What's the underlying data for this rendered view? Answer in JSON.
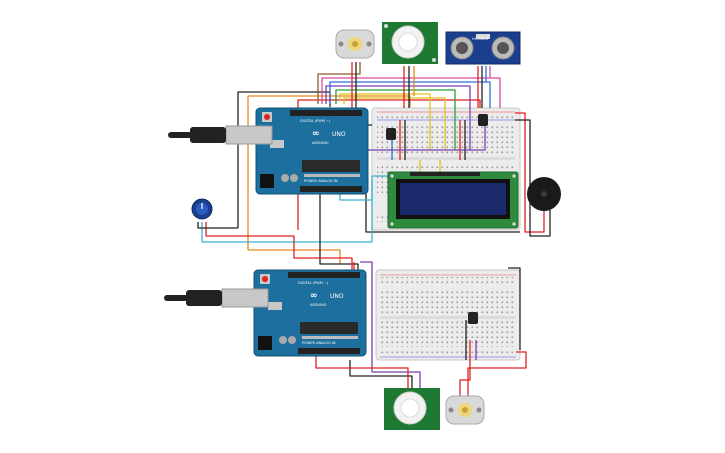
{
  "boards": [
    {
      "brand": "UNO",
      "model": "ARDUINO",
      "header_top": "DIGITAL (PWM ~)",
      "header_bottom": "POWER   ANALOG IN"
    },
    {
      "brand": "UNO",
      "model": "ARDUINO",
      "header_top": "DIGITAL (PWM ~)",
      "header_bottom": "POWER   ANALOG IN"
    }
  ],
  "ultrasonic": {
    "label": "HC-SR04"
  },
  "colors": {
    "board": "#1d6f9e",
    "board_dark": "#135276",
    "sensor_pcb": "#1e7a32",
    "ultrasonic_pcb": "#1a3f8e",
    "lcd_pcb": "#2e8b3e",
    "lcd_screen": "#1b2a6b",
    "breadboard": "#eeeeee",
    "wire_red": "#d22",
    "wire_black": "#222",
    "wire_orange": "#e8891a",
    "wire_yellow": "#e3c21b",
    "wire_green": "#2a9d3a",
    "wire_blue": "#2a6fd6",
    "wire_purple": "#7a3fb0",
    "wire_cyan": "#3ab0d6",
    "wire_brown": "#8a5a2b",
    "wire_pink": "#d64aa0"
  }
}
